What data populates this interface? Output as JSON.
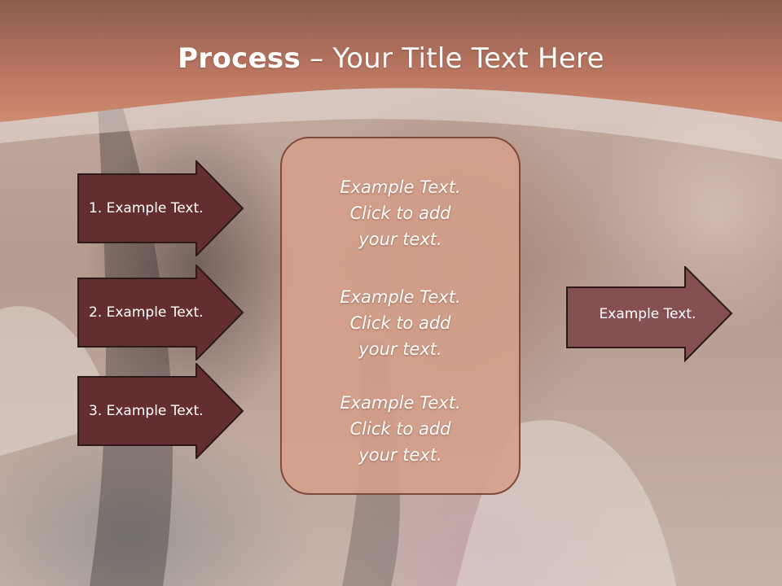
{
  "slide": {
    "title_bold": "Process",
    "title_rest": " – Your Title Text Here",
    "left_arrows": [
      {
        "label": "1. Example Text."
      },
      {
        "label": "2. Example Text."
      },
      {
        "label": "3. Example Text."
      }
    ],
    "center_blocks": [
      {
        "lines": [
          "Example Text.",
          "Click  to add",
          "your text."
        ]
      },
      {
        "lines": [
          "Example Text.",
          "Click  to add",
          "your text."
        ]
      },
      {
        "lines": [
          "Example Text.",
          "Click  to add",
          "your text."
        ]
      }
    ],
    "right_arrow": {
      "label": "Example Text."
    }
  },
  "colors": {
    "header": "#c9806a",
    "left_arrow_fill": "#642e30",
    "right_arrow_fill": "#864f52",
    "center_box_fill": "#d5a08a",
    "outline": "#2b1a18"
  }
}
